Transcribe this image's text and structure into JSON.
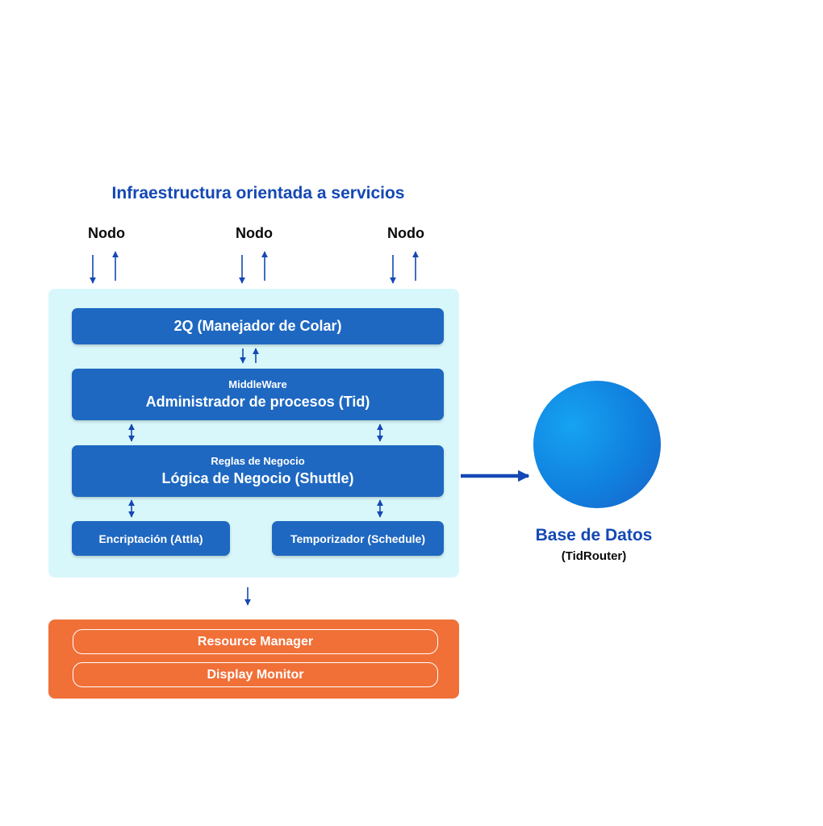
{
  "diagram": {
    "title": "Infraestructura orientada a servicios",
    "nodes": [
      "Nodo",
      "Nodo",
      "Nodo"
    ],
    "queue_manager": {
      "label": "2Q (Manejador de Colar)"
    },
    "middleware": {
      "caption": "MiddleWare",
      "label": "Administrador de procesos (Tid)"
    },
    "business": {
      "caption": "Reglas de Negocio",
      "label": "Lógica de Negocio (Shuttle)"
    },
    "encryption": {
      "label": "Encriptación (Attla)"
    },
    "scheduler": {
      "label": "Temporizador (Schedule)"
    },
    "resources": {
      "resource_manager": "Resource Manager",
      "display_monitor": "Display Monitor"
    },
    "database": {
      "title": "Base de Datos",
      "subtitle": "(TidRouter)"
    },
    "colors": {
      "title_blue": "#1448b4",
      "box_blue": "#1e68c1",
      "panel_cyan": "#d8f7fb",
      "orange": "#f07038",
      "arrow_blue": "#1448b4"
    }
  }
}
